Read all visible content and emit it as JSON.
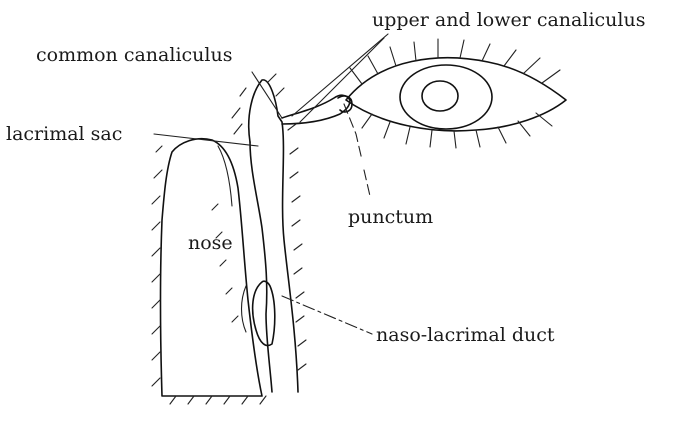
{
  "diagram": {
    "labels": {
      "upper_lower_canaliculus": "upper and lower canaliculus",
      "common_canaliculus": "common canaliculus",
      "lacrimal_sac": "lacrimal sac",
      "punctum": "punctum",
      "nose": "nose",
      "naso_lacrimal_duct": "naso-lacrimal duct"
    },
    "style": {
      "ink": "#111111",
      "background": "#ffffff"
    }
  }
}
